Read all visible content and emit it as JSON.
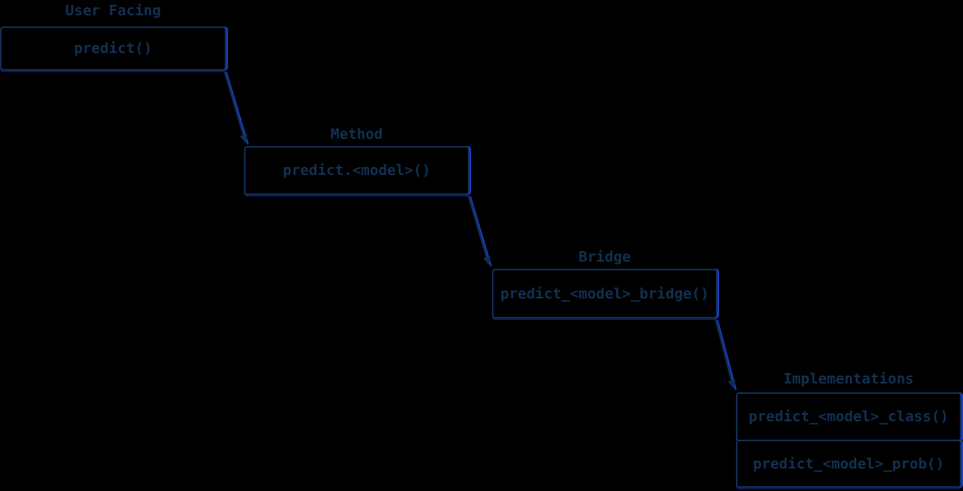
{
  "colors": {
    "background": "#000000",
    "navy": "#112e52",
    "text": "#123052",
    "accent_blue": "#1d3dc8",
    "accent_dark_blue": "#0b1a55"
  },
  "diagram": {
    "title_hint": "predict() dispatch flow",
    "layers": [
      {
        "label": "User Facing",
        "boxes": [
          "predict()"
        ]
      },
      {
        "label": "Method",
        "boxes": [
          "predict.<model>()"
        ]
      },
      {
        "label": "Bridge",
        "boxes": [
          "predict_<model>_bridge()"
        ]
      },
      {
        "label": "Implementations",
        "boxes": [
          "predict_<model>_class()",
          "predict_<model>_prob()"
        ]
      }
    ]
  }
}
